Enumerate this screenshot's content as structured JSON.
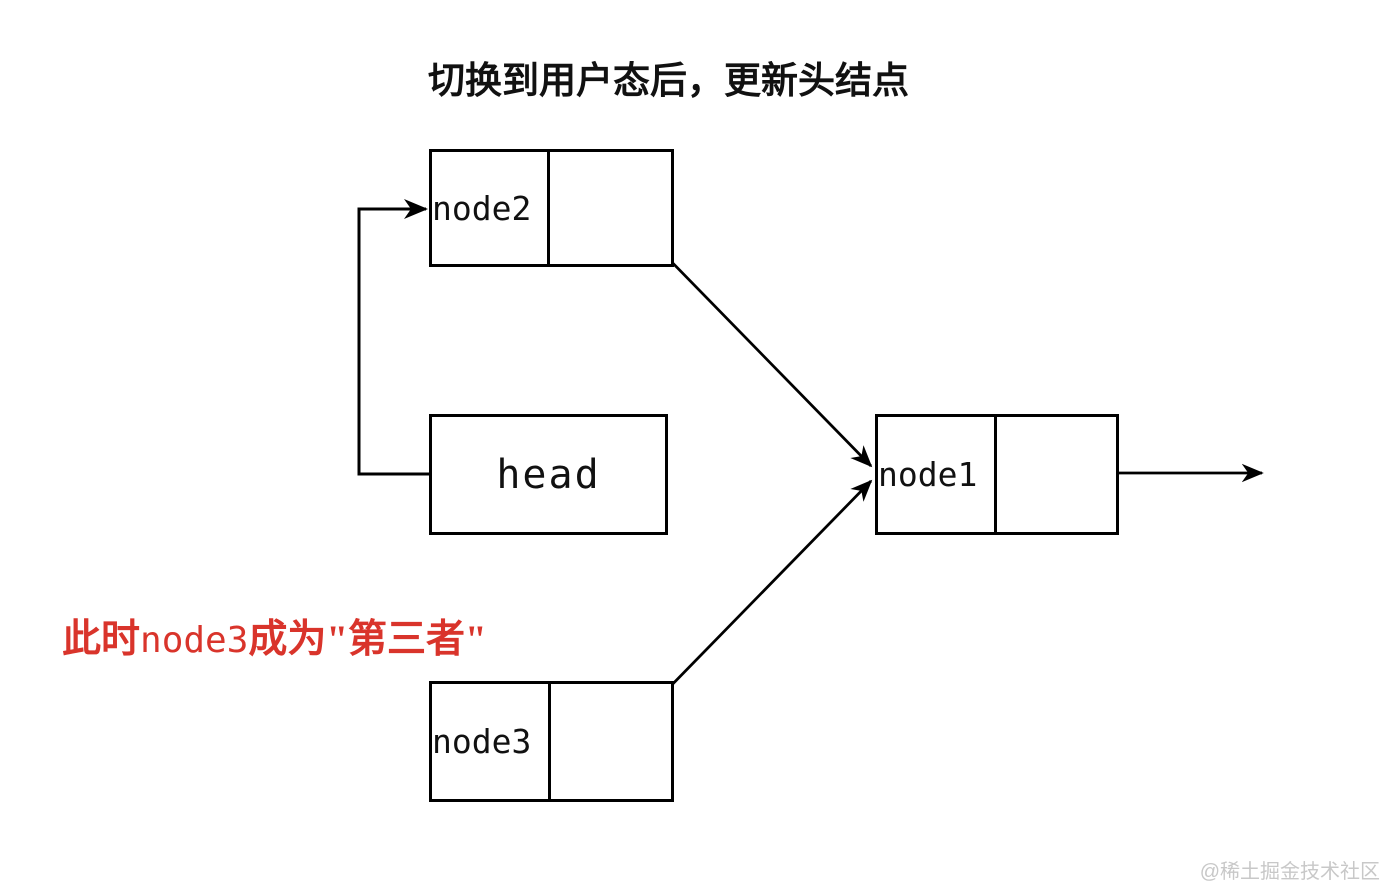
{
  "diagram": {
    "title": "切换到用户态后，更新头结点",
    "nodes": {
      "node2": {
        "label": "node2"
      },
      "head": {
        "label": "head"
      },
      "node1": {
        "label": "node1"
      },
      "node3": {
        "label": "node3"
      }
    },
    "annotation": {
      "prefix": "此时",
      "code": "node3",
      "suffix": "成为\"第三者\"",
      "color": "#d9342b"
    },
    "arrows": [
      {
        "name": "head-to-node2",
        "from": "head",
        "to": "node2"
      },
      {
        "name": "node2-next-to-node1",
        "from": "node2.next",
        "to": "node1"
      },
      {
        "name": "node3-next-to-node1",
        "from": "node3.next",
        "to": "node1"
      },
      {
        "name": "node1-next-out",
        "from": "node1.next",
        "to": "null"
      }
    ],
    "watermark": "@稀土掘金技术社区",
    "colors": {
      "line": "#000000",
      "annotation_red": "#d9342b",
      "watermark_gray": "#c8c8c8"
    }
  }
}
